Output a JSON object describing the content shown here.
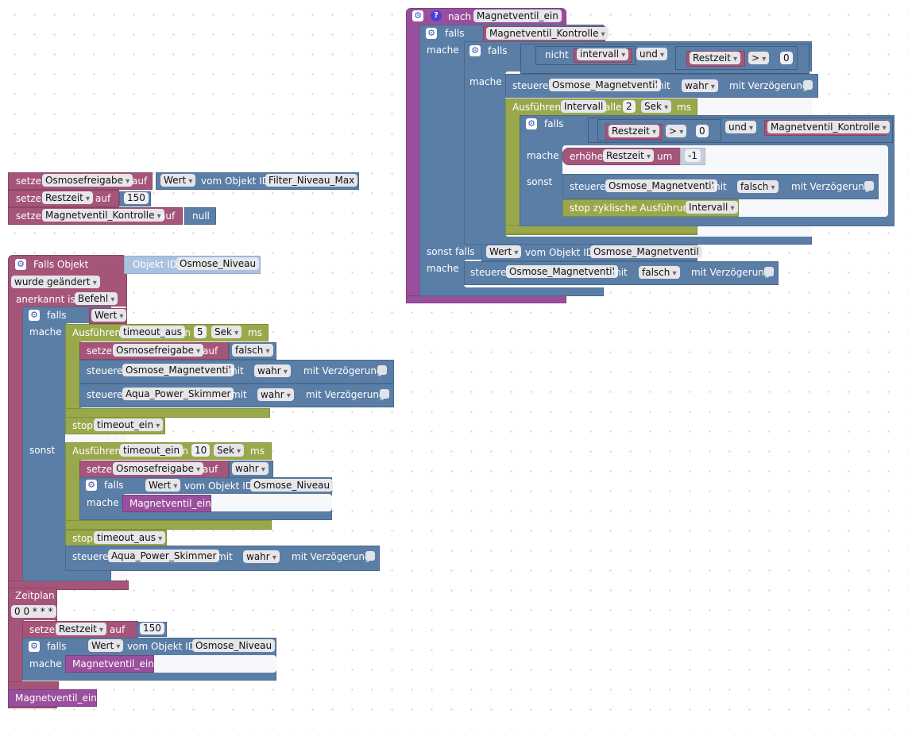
{
  "sw": {
    "setze": "setze",
    "auf": "auf",
    "from_obj": "vom Objekt ID",
    "steuere": "steuere",
    "mit": "mit",
    "mit_verz": "mit Verzögerung",
    "falls": "falls",
    "mache": "mache",
    "sonst": "sonst",
    "sonst_falls": "sonst falls",
    "nicht": "nicht",
    "und": "und",
    "ausfuehren": "Ausführen",
    "alle": "alle",
    "in": "in",
    "sek": "Sek",
    "ms": "ms",
    "stop": "stop",
    "um": "um",
    "erhoehe": "erhöhe",
    "stop_zykl": "stop zyklische Ausführung",
    "nach": "nach",
    "falls_objekt": "Falls Objekt",
    "objekt_id": "Objekt ID",
    "wurde": "wurde geändert",
    "anerkannt": "anerkannt ist",
    "zeitplan": "Zeitplan",
    "wahr": "wahr",
    "falsch": "falsch",
    "null": "null",
    "wert": "Wert"
  },
  "vars": {
    "osmosefreigabe": "Osmosefreigabe",
    "restzeit": "Restzeit",
    "mv_kontrolle": "Magnetventil_Kontrolle",
    "intervall": "intervall",
    "intervall_cap": "Intervall",
    "timeout_aus": "timeout_aus",
    "timeout_ein": "timeout_ein"
  },
  "devices": {
    "filter": "Filter_Niveau_Max",
    "osmose_niveau": "Osmose_Niveau",
    "osmose_mv": "Osmose_Magnetventil",
    "skimmer": "Aqua_Power_Skimmer"
  },
  "values": {
    "r150": "150",
    "gt": ">",
    "zero": "0",
    "two": "2",
    "neg1": "-1",
    "five": "5",
    "ten": "10",
    "befehl": "Befehl",
    "cron": "0 0 * * *"
  },
  "proc": {
    "name": "Magnetventil_ein"
  }
}
